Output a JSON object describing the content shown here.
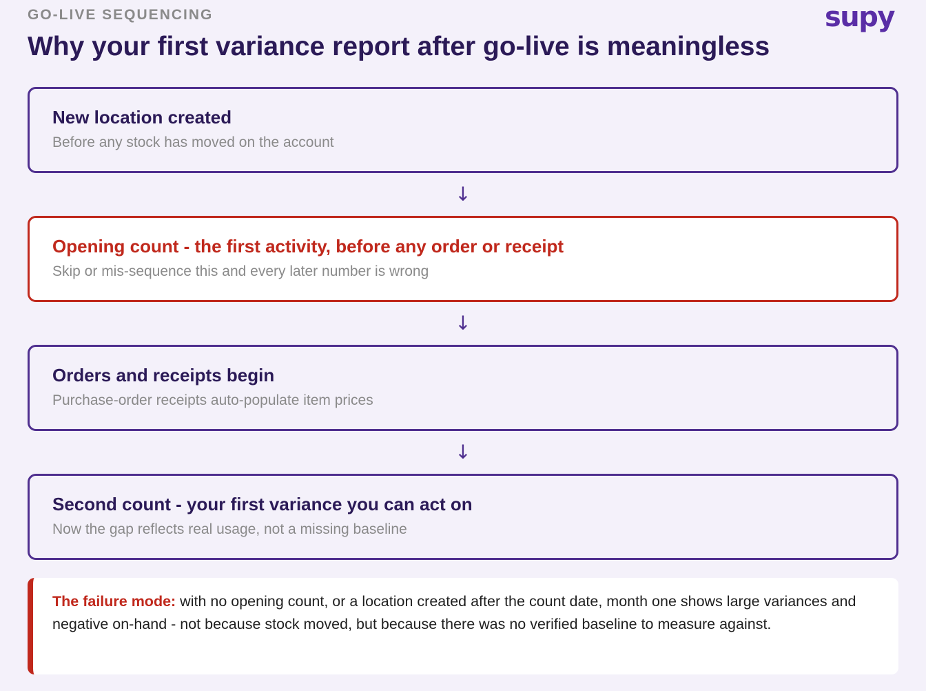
{
  "header": {
    "eyebrow": "GO-LIVE SEQUENCING",
    "title": "Why your first variance report after go-live is meaningless",
    "logo": "supy"
  },
  "steps": [
    {
      "title": "New location created",
      "description": "Before any stock has moved on the account"
    },
    {
      "title": "Opening count - the first activity, before any order or receipt",
      "description": "Skip or mis-sequence this and every later number is wrong"
    },
    {
      "title": "Orders and receipts begin",
      "description": "Purchase-order receipts auto-populate item prices"
    },
    {
      "title": "Second count - your first variance you can act on",
      "description": "Now the gap reflects real usage, not a missing baseline"
    }
  ],
  "arrow_glyph": "↓",
  "callout": {
    "lead": "The failure mode:",
    "body": " with no opening count, or a location created after the count date, month one shows large variances and negative on-hand - not because stock moved, but because there was no verified baseline to measure against."
  },
  "colors": {
    "brand_purple": "#4f2f8f",
    "title_navy": "#2b1a57",
    "alert_red": "#c0281c",
    "muted_gray": "#8a8a8a",
    "background": "#f4f1fa"
  }
}
